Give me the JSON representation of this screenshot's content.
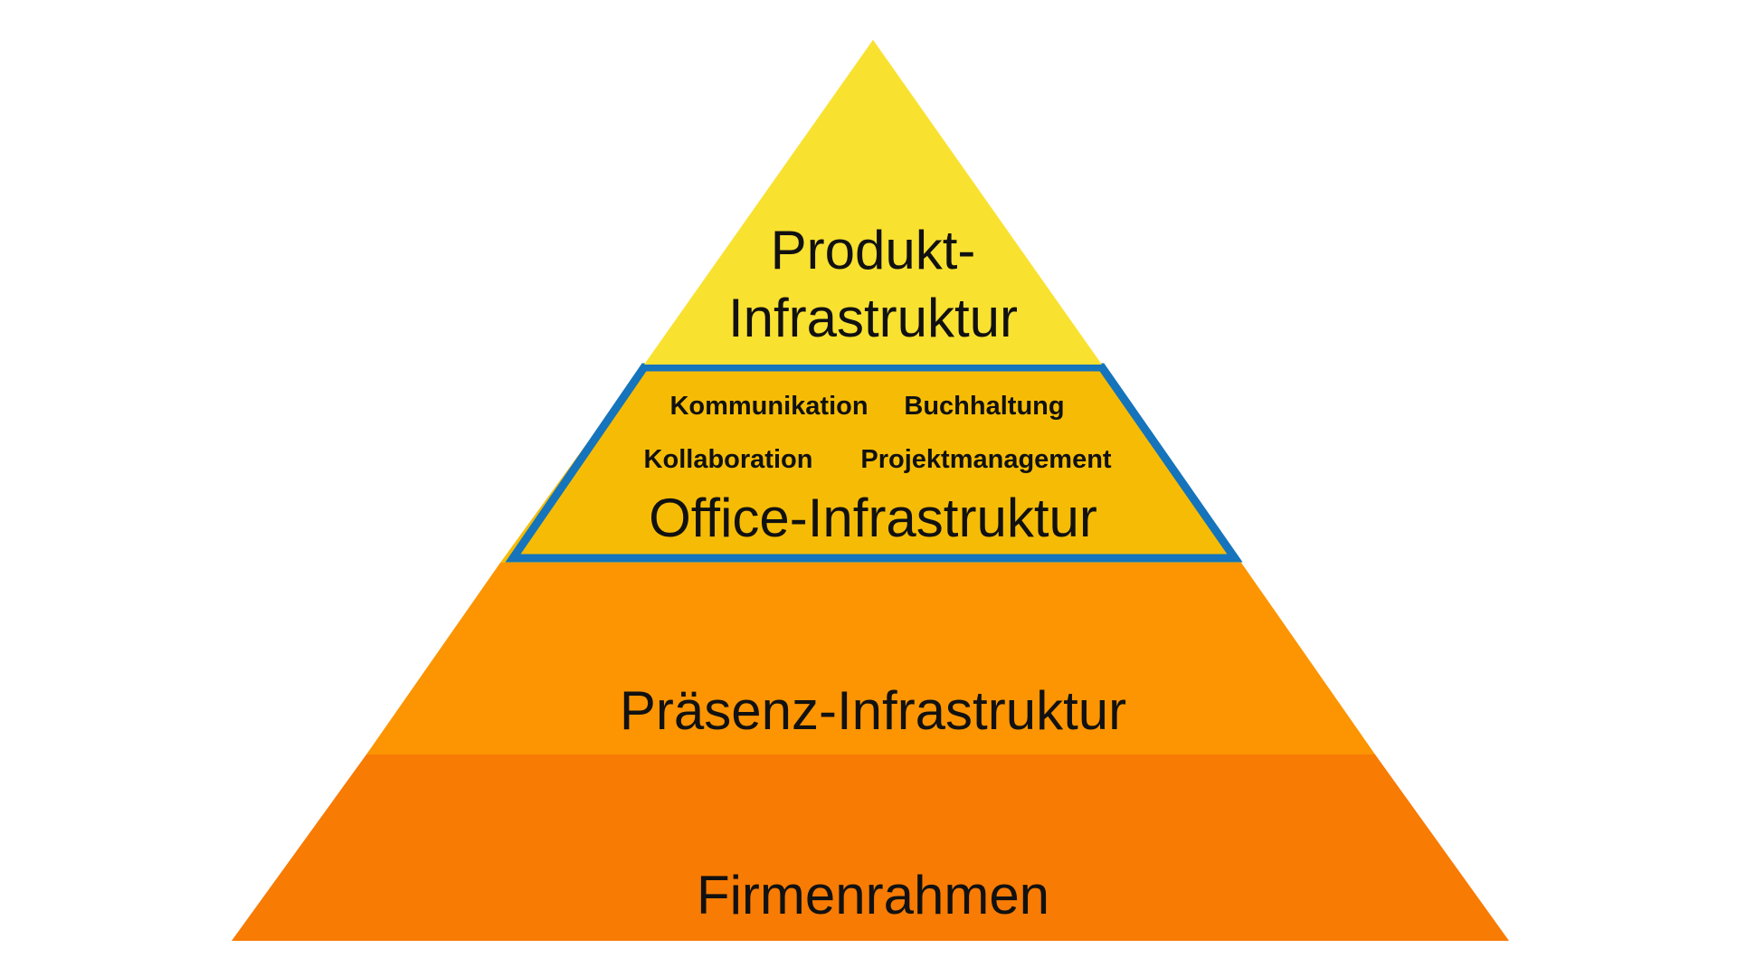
{
  "colors": {
    "background": "#ffffff",
    "produkt_layer": "#f9e130",
    "office_layer": "#f6bc05",
    "office_outline": "#1574bb",
    "praesenz_layer": "#fc9501",
    "firmenrahmen_layer": "#f87b04",
    "text": "#111111"
  },
  "pyramid": {
    "layers": [
      {
        "title_line1": "Produkt-",
        "title_line2": "Infrastruktur"
      },
      {
        "title": "Office-Infrastruktur",
        "highlighted": true,
        "items": [
          "Kommunikation",
          "Buchhaltung",
          "Kollaboration",
          "Projektmanagement"
        ]
      },
      {
        "title": "Präsenz-Infrastruktur"
      },
      {
        "title": "Firmenrahmen"
      }
    ]
  }
}
